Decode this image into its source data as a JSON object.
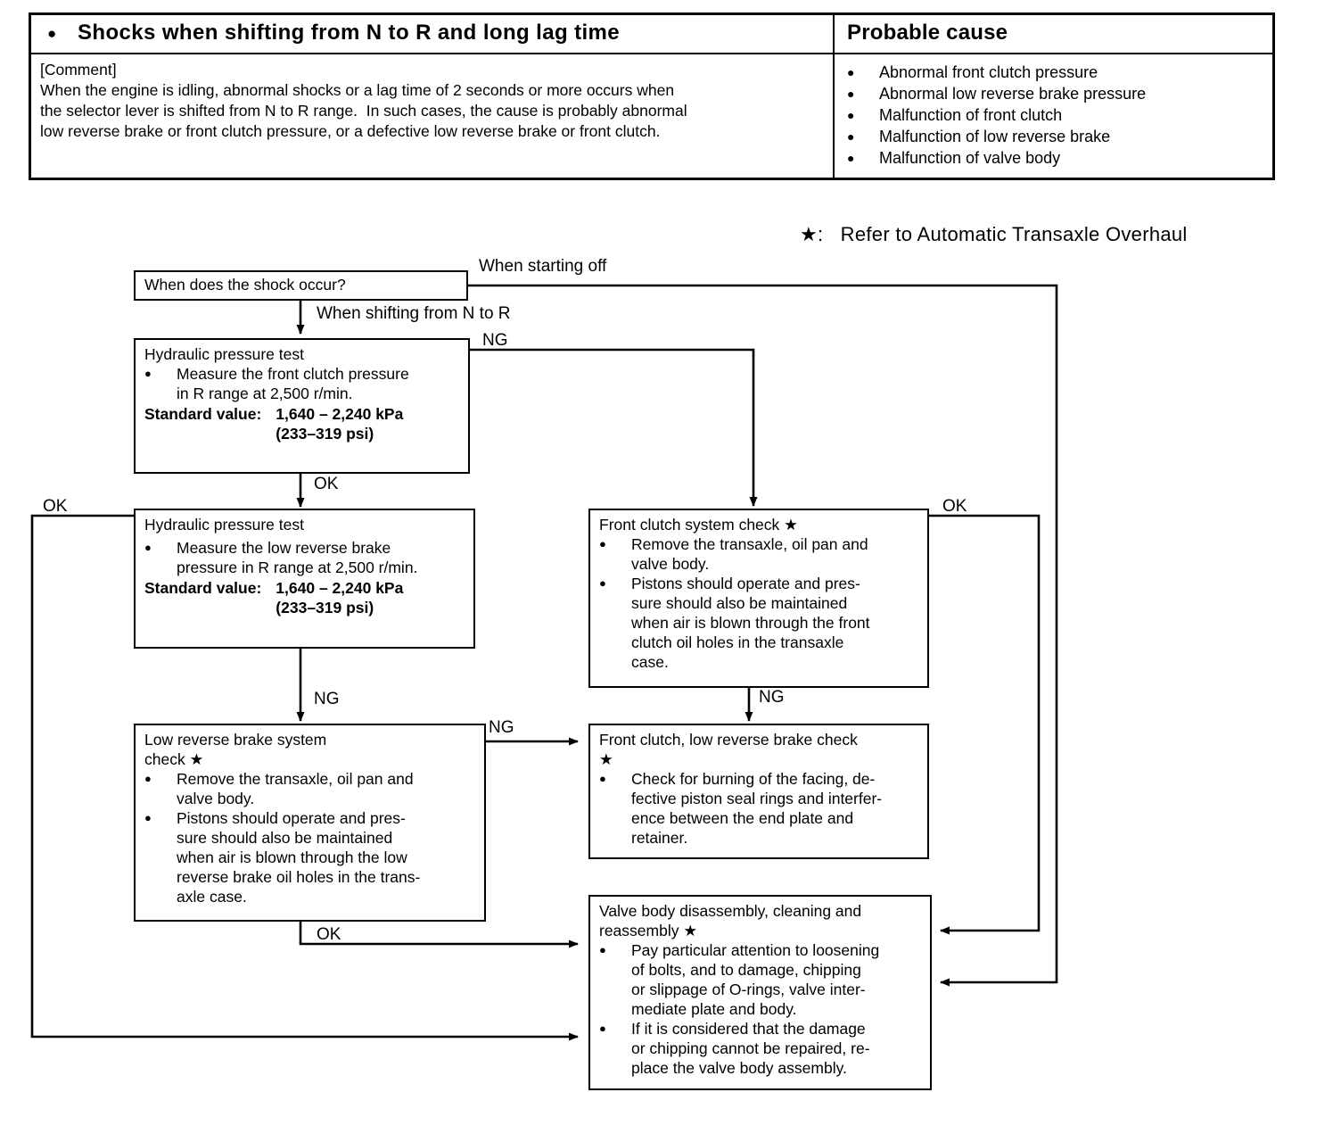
{
  "table": {
    "symptom_bullet": "●",
    "symptom_title": "Shocks when shifting from N to R and long lag time",
    "probable_cause_title": "Probable cause",
    "comment_label": "[Comment]",
    "comment_lines": [
      "When the engine is idling, abnormal shocks or a lag time of 2 seconds or more occurs when",
      "the selector lever is shifted from N to R range.  In such cases, the cause is probably abnormal",
      "low reverse brake or front clutch pressure, or a defective low reverse brake or front clutch."
    ],
    "causes": [
      "Abnormal front clutch pressure",
      "Abnormal low reverse brake pressure",
      "Malfunction of front clutch",
      "Malfunction of low reverse brake",
      "Malfunction of valve body"
    ]
  },
  "legend": "★:   Refer to Automatic Transaxle Overhaul",
  "flow": {
    "n1": {
      "title": "When does the shock occur?"
    },
    "n2": {
      "title": "Hydraulic pressure test",
      "item": "Measure the front clutch pressure\nin R range at 2,500 r/min.",
      "std_label": "Standard value:",
      "std_value": "1,640 – 2,240 kPa\n(233–319 psi)"
    },
    "n3": {
      "title": "Hydraulic pressure test",
      "item": "Measure  the  low  reverse  brake\npressure in R range at 2,500 r/min.",
      "std_label": "Standard value:",
      "std_value": "1,640 – 2,240 kPa\n(233–319 psi)"
    },
    "n4": {
      "title": "Front clutch system check ★",
      "item1": "Remove the transaxle, oil pan and\nvalve body.",
      "item2": "Pistons should operate and pres-\nsure  should  also  be  maintained\nwhen air is blown through the front\nclutch  oil  holes  in  the  transaxle\ncase."
    },
    "n5": {
      "title": "Low reverse brake system\ncheck ★",
      "item1": "Remove the transaxle, oil pan and\nvalve body.",
      "item2": "Pistons should operate and pres-\nsure  should  also  be  maintained\nwhen air is blown through the low\nreverse brake oil holes in the trans-\naxle case."
    },
    "n6": {
      "title": "Front clutch, low reverse brake check\n★",
      "item1": "Check for burning of the facing, de-\nfective piston seal rings and interfer-\nence  between  the  end  plate  and\nretainer."
    },
    "n7": {
      "title": "Valve body disassembly, cleaning and\nreassembly ★",
      "item1": "Pay particular attention to loosening\nof bolts, and to damage, chipping\nor slippage of O-rings, valve inter-\nmediate plate and body.",
      "item2": "If it is considered that the damage\nor chipping cannot be repaired, re-\nplace the valve body assembly."
    },
    "edges": {
      "starting_off": "When starting off",
      "shifting_n_to_r": "When shifting from N to R",
      "ng_top": "NG",
      "ok_n2": "OK",
      "ok_left": "OK",
      "ok_right": "OK",
      "ng_n3": "NG",
      "ng_n5": "NG",
      "ng_n4": "NG",
      "ok_n5": "OK"
    }
  },
  "colors": {
    "ink": "#000000",
    "paper": "#ffffff"
  }
}
